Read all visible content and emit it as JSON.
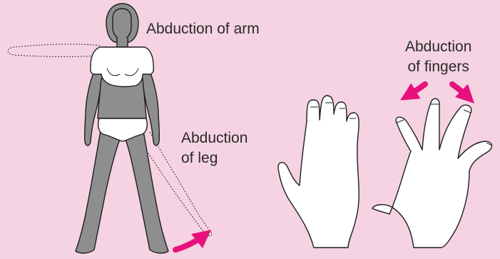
{
  "labels": {
    "abduction_arm": "Abduction of arm",
    "abduction_leg_line1": "Abduction",
    "abduction_leg_line2": "of leg",
    "abduction_fingers_line1": "Abduction",
    "abduction_fingers_line2": "of fingers"
  },
  "colors": {
    "background": "#f5d3e2",
    "skin": "#8e8e8e",
    "outline": "#1e1e1e",
    "clothing": "#ffffff",
    "arrow": "#e6117d",
    "text": "#2a2a2a"
  },
  "icons": [
    "human-figure",
    "hand-fingers-together",
    "hand-fingers-spread",
    "arrow"
  ]
}
